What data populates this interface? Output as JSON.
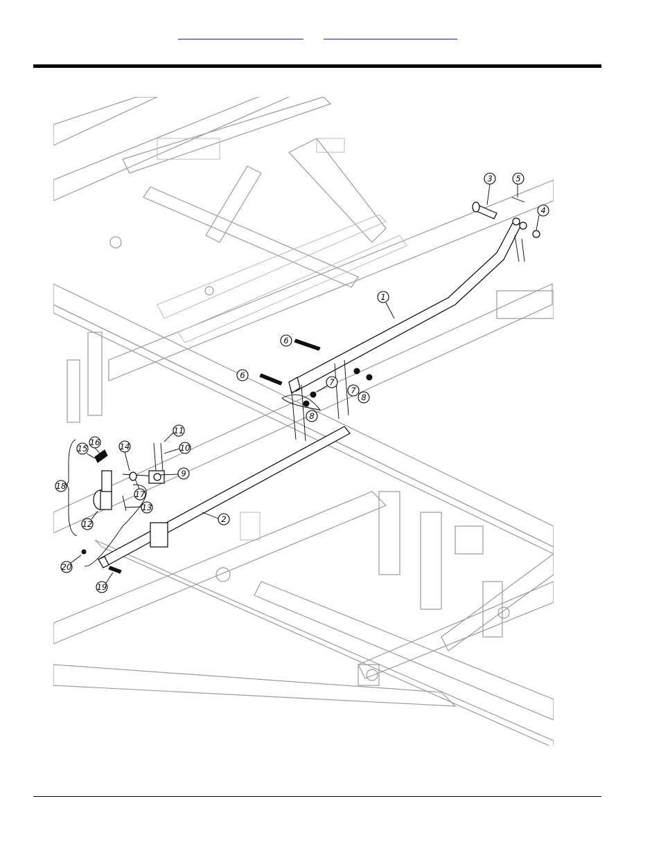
{
  "header": {
    "link_left": "",
    "link_right": ""
  },
  "drawing": {
    "callouts": [
      "1",
      "2",
      "3",
      "4",
      "5",
      "6",
      "6",
      "7",
      "7",
      "8",
      "8",
      "9",
      "10",
      "11",
      "12",
      "13",
      "14",
      "15",
      "16",
      "17",
      "18",
      "19",
      "20"
    ]
  }
}
